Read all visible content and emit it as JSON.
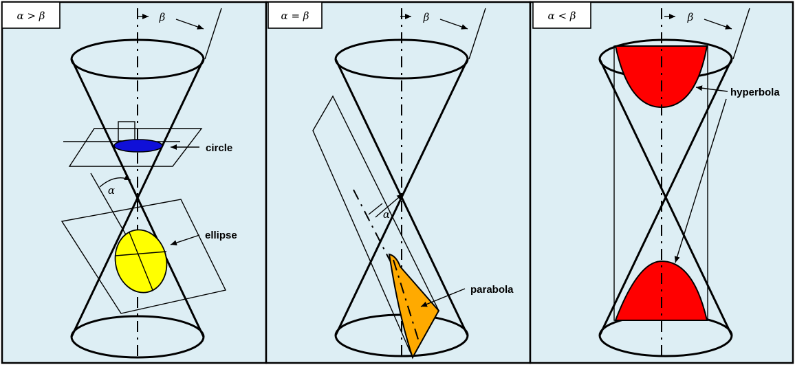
{
  "panels": [
    {
      "condition": "α > β",
      "beta_label": "β",
      "alpha_label": "α",
      "sections": [
        "circle",
        "ellipse"
      ]
    },
    {
      "condition": "α = β",
      "beta_label": "β",
      "alpha_label": "α",
      "sections": [
        "parabola"
      ]
    },
    {
      "condition": "α < β",
      "beta_label": "β",
      "sections": [
        "hyperbola"
      ]
    }
  ],
  "colors": {
    "circle": "#1010d8",
    "ellipse": "#ffff00",
    "parabola": "#ffaa00",
    "hyperbola": "#ff0000",
    "background": "#ddeef4"
  }
}
